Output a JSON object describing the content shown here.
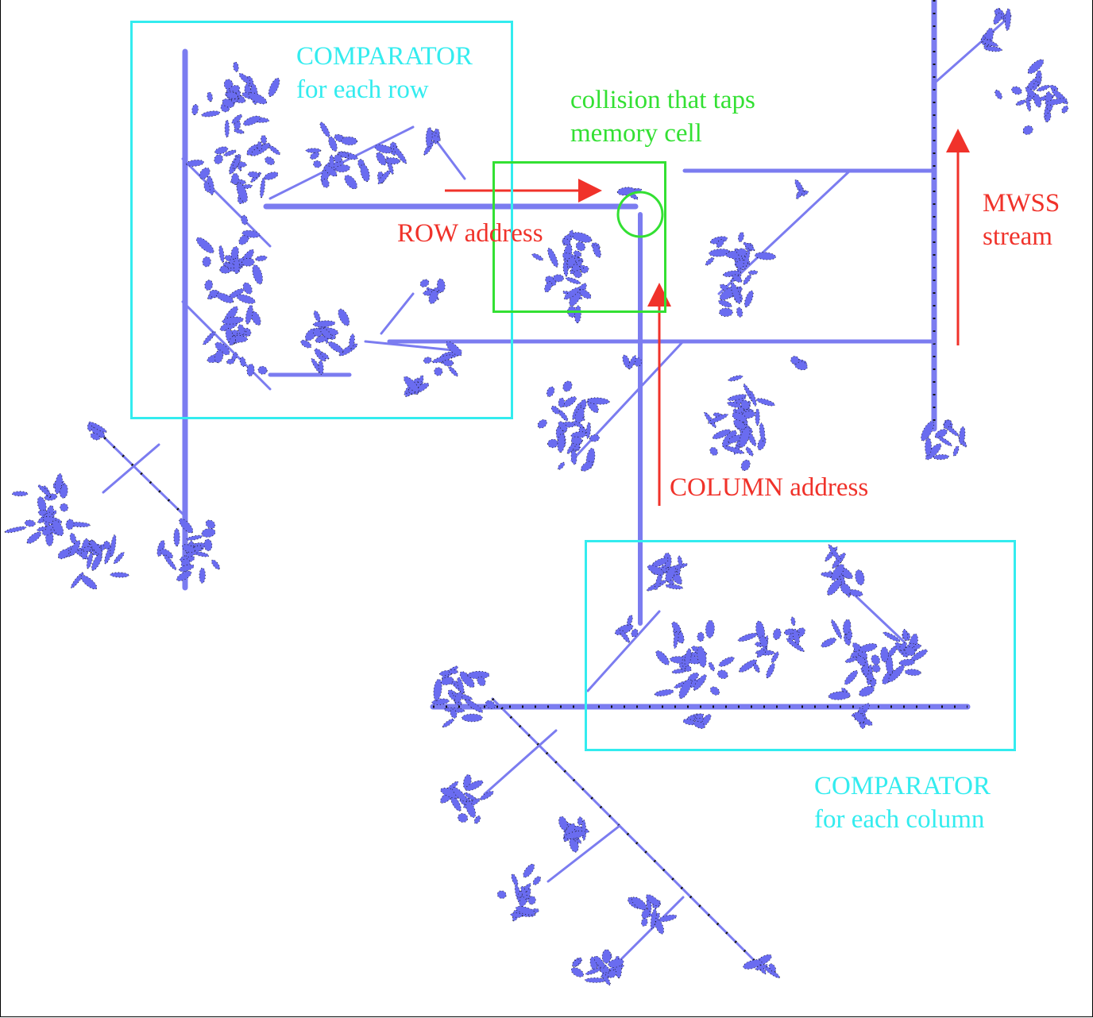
{
  "colors": {
    "wire": "#7b7cf0",
    "cell": "#6a6cf0",
    "cyan": "#33ecef",
    "green": "#33e033",
    "red": "#f0322a",
    "dots": "#111111"
  },
  "labels": {
    "row_comparator": {
      "title": "COMPARATOR",
      "subtitle": "for each row"
    },
    "column_comparator": {
      "title": "COMPARATOR",
      "subtitle": "for each column"
    },
    "collision": {
      "line1": "collision that taps",
      "line2": "memory cell"
    },
    "row_address": "ROW address",
    "column_address": "COLUMN address",
    "mwss": {
      "line1": "MWSS",
      "line2": "stream"
    }
  }
}
